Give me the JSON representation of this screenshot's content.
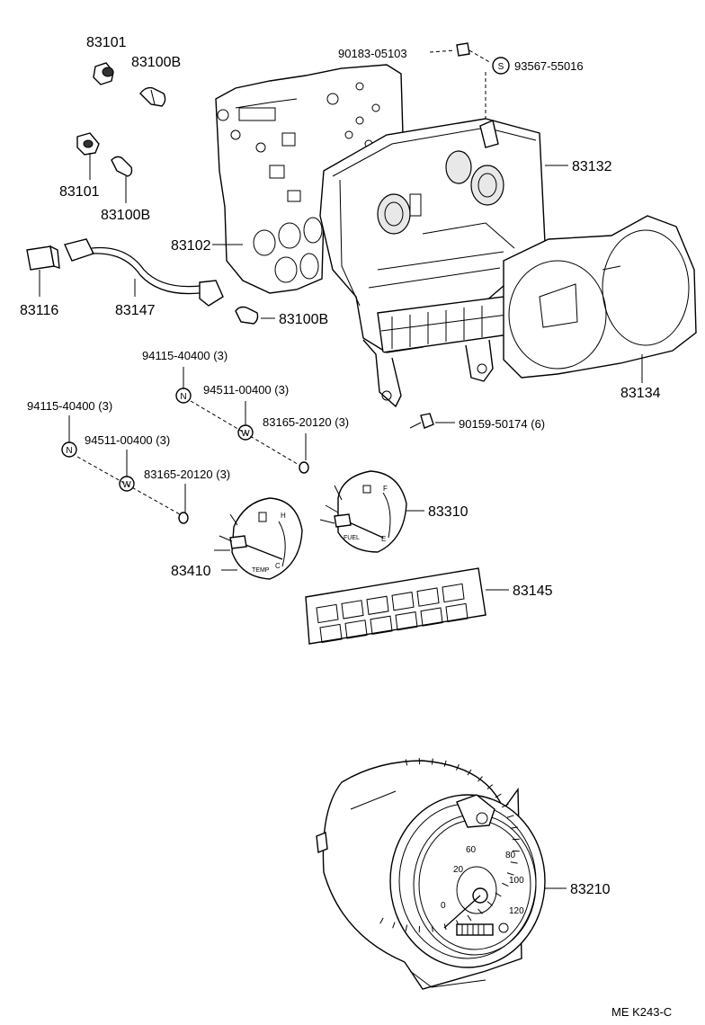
{
  "labels": {
    "p83101_top": "83101",
    "p83100b_top": "83100B",
    "p83101_mid": "83101",
    "p83100b_mid": "83100B",
    "p83116": "83116",
    "p83147": "83147",
    "p83100b_low": "83100B",
    "p83102": "83102",
    "p90183": "90183-05103",
    "p93567": "93567-55016",
    "p83132": "83132",
    "p83134": "83134",
    "p90159": "90159-50174 (6)",
    "p94115_a": "94115-40400 (3)",
    "p94511_a": "94511-00400 (3)",
    "p83165_a": "83165-20120 (3)",
    "p94115_b": "94115-40400 (3)",
    "p94511_b": "94511-00400 (3)",
    "p83165_b": "83165-20120 (3)",
    "p83310": "83310",
    "p83410": "83410",
    "p83145": "83145",
    "p83210": "83210",
    "code": "ME  K243-C"
  },
  "symbols": {
    "s": "S",
    "n1": "N",
    "w1": "W",
    "n2": "N",
    "w2": "W"
  },
  "gauge_text": {
    "fuel": "FUEL",
    "fuel_f": "F",
    "fuel_e": "E",
    "temp": "TEMP",
    "temp_h": "H",
    "temp_c": "C",
    "speed_60": "60",
    "speed_80": "80",
    "speed_100": "100",
    "speed_120": "120",
    "speed_20": "20",
    "speed_0": "0"
  }
}
